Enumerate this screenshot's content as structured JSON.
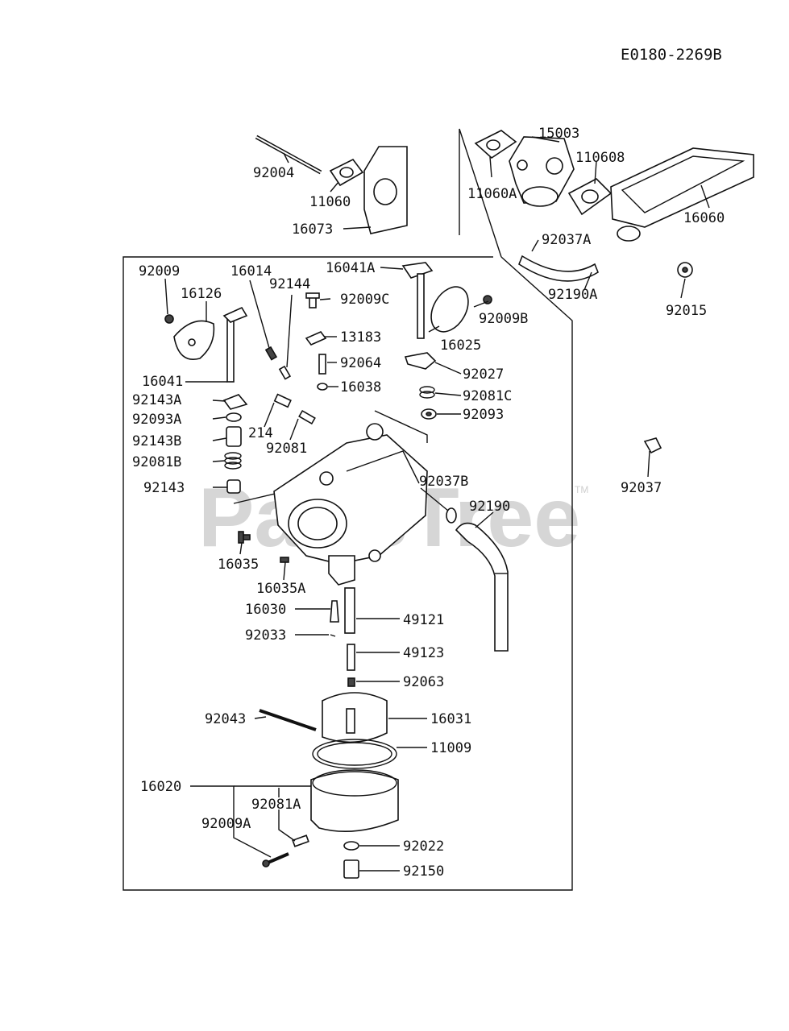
{
  "diagram_code": "E0180-2269B",
  "watermark": {
    "text": "PartsTree",
    "mark": "TM"
  },
  "labels": {
    "p15003": "15003",
    "p110608": "110608",
    "p92004": "92004",
    "p11060": "11060",
    "p11060A": "11060A",
    "p16060": "16060",
    "p16073": "16073",
    "p92037A": "92037A",
    "p92190A": "92190A",
    "p92015": "92015",
    "p92009": "92009",
    "p16014": "16014",
    "p92144": "92144",
    "p16041A": "16041A",
    "p16126": "16126",
    "p92009C": "92009C",
    "p92009B": "92009B",
    "p13183": "13183",
    "p16025": "16025",
    "p92064": "92064",
    "p92027": "92027",
    "p16041": "16041",
    "p16038": "16038",
    "p92081C": "92081C",
    "p92143A": "92143A",
    "p92093": "92093",
    "p92093A": "92093A",
    "p214": "214",
    "p92143B": "92143B",
    "p92081": "92081",
    "p92081B": "92081B",
    "p92037B": "92037B",
    "p92037": "92037",
    "p92143": "92143",
    "p92190": "92190",
    "p16035": "16035",
    "p16035A": "16035A",
    "p16030": "16030",
    "p49121": "49121",
    "p92033": "92033",
    "p49123": "49123",
    "p92063": "92063",
    "p92043": "92043",
    "p16031": "16031",
    "p11009": "11009",
    "p16020": "16020",
    "p92081A": "92081A",
    "p92009A": "92009A",
    "p92022": "92022",
    "p92150": "92150"
  }
}
